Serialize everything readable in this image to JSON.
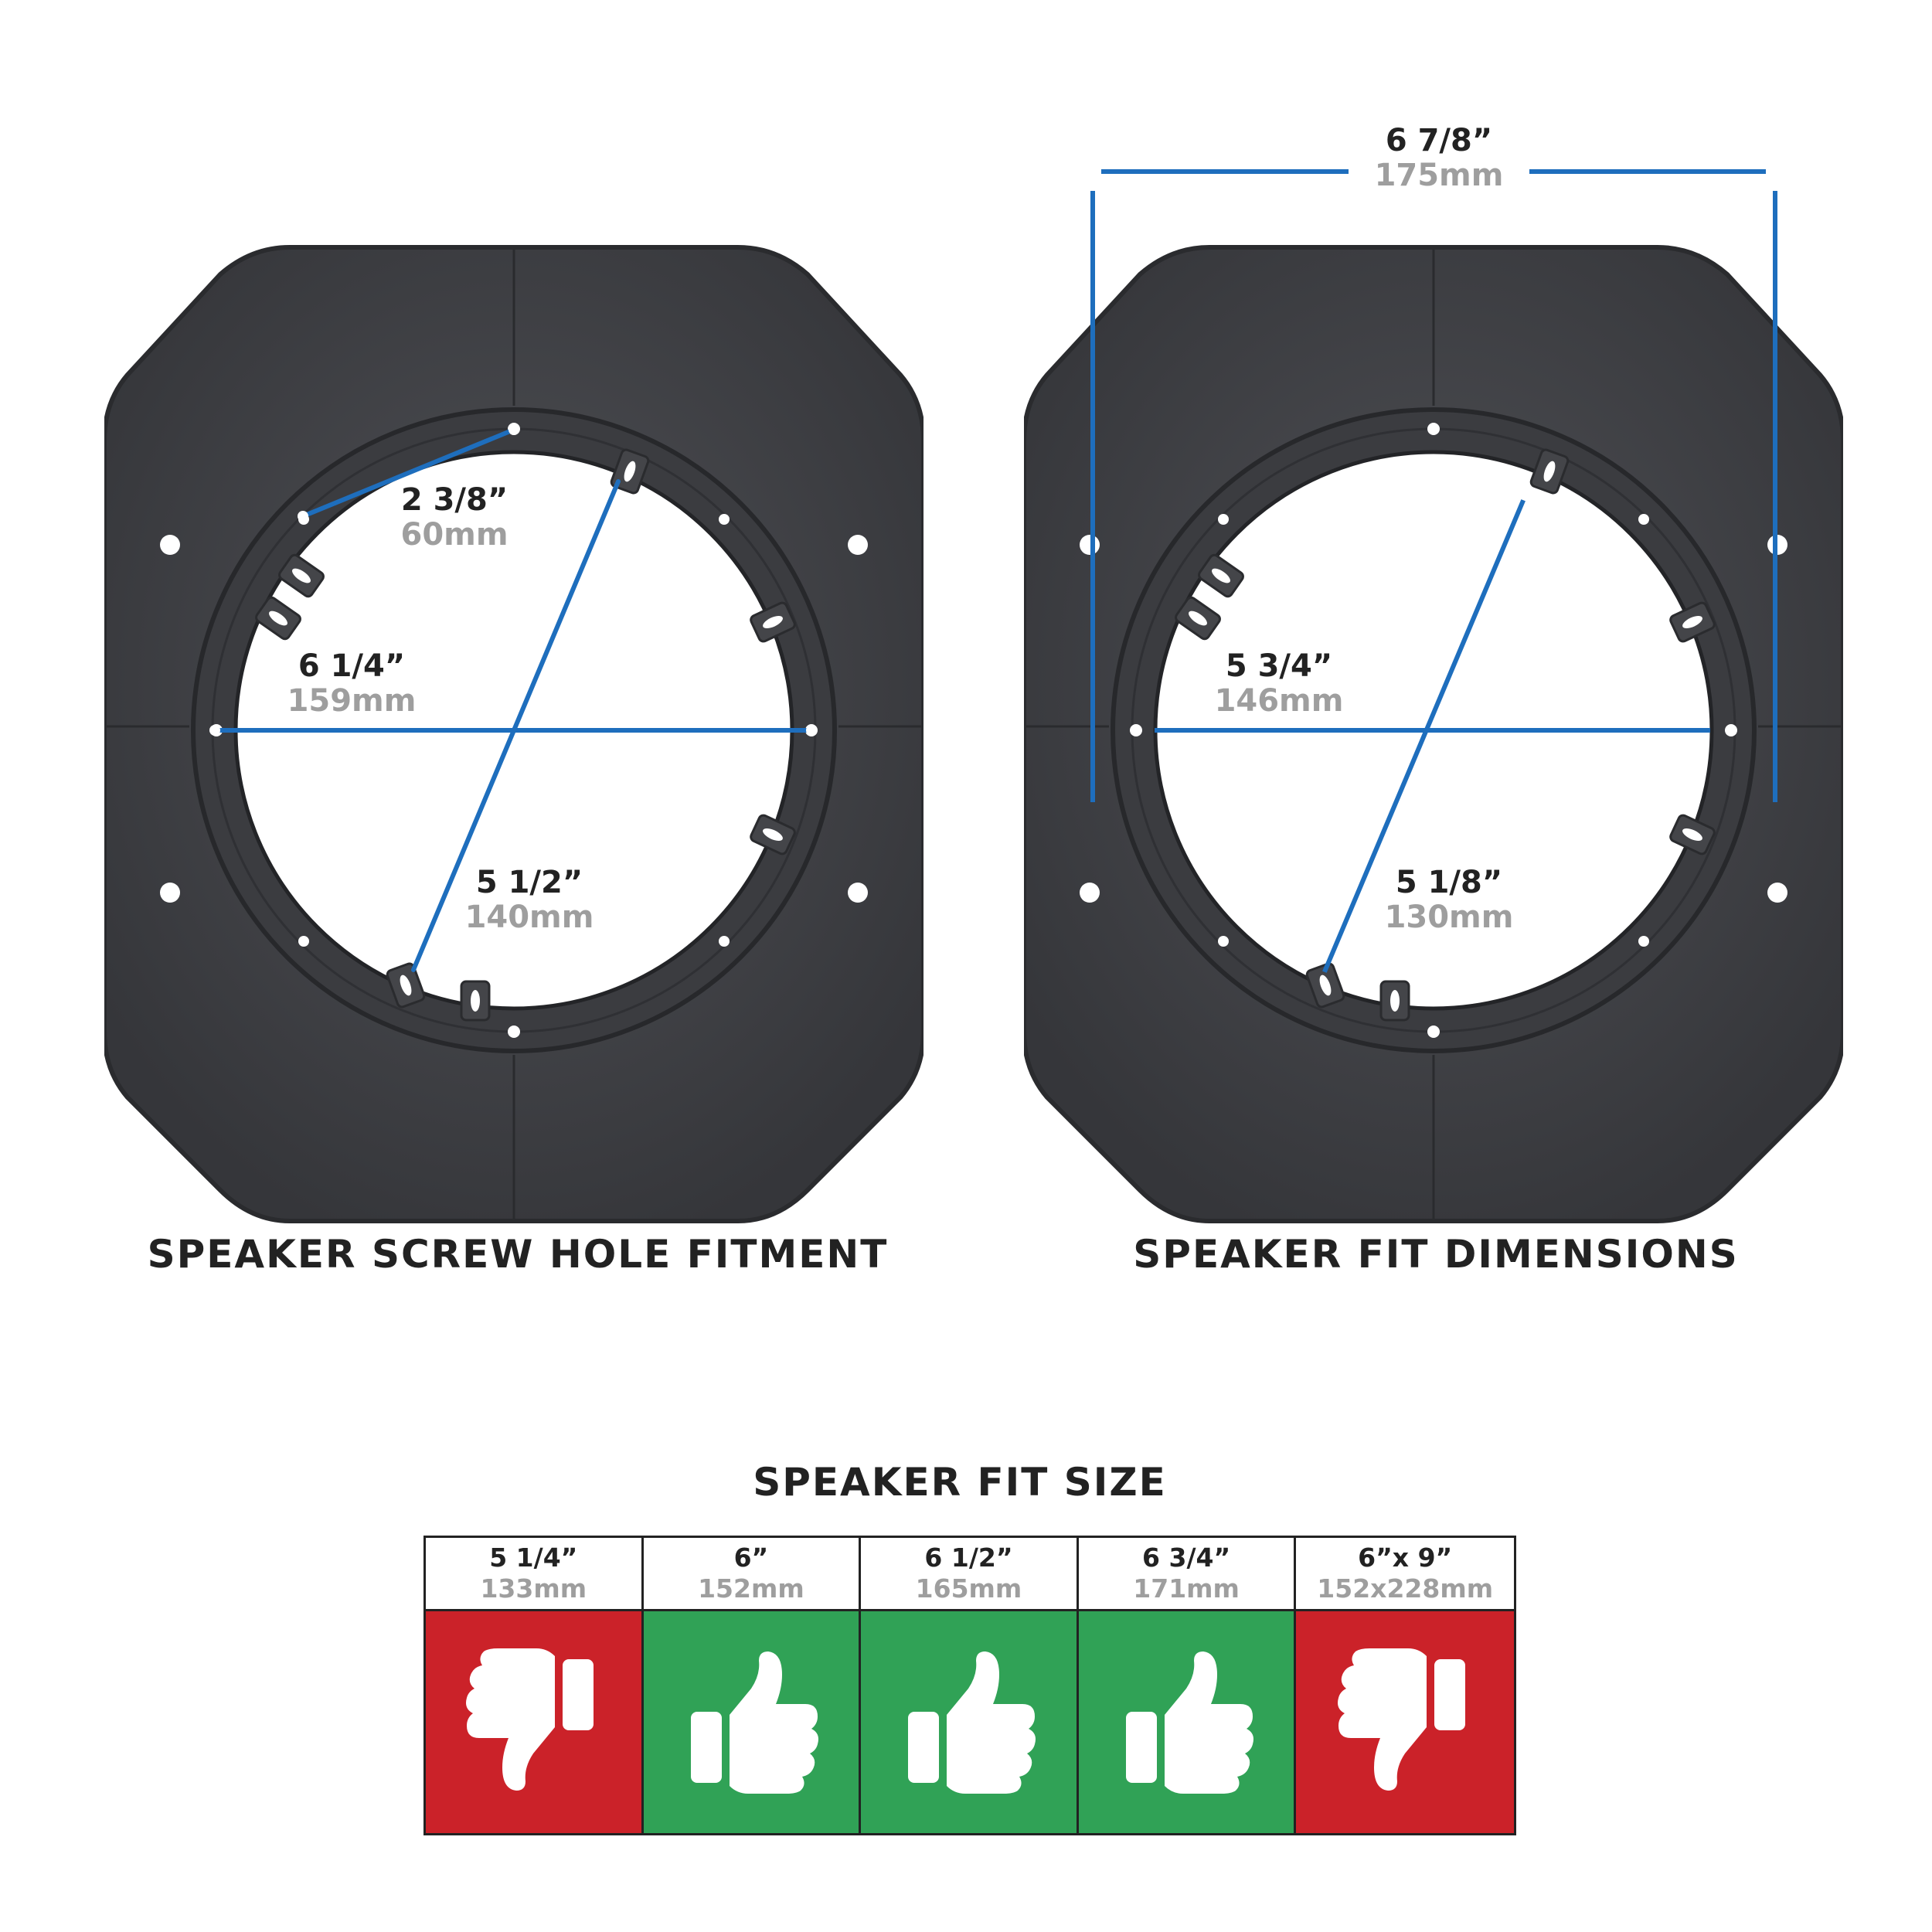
{
  "colors": {
    "dimension_line": "#1e6ebd",
    "plate": "#3e3f43",
    "fit_yes": "#30a256",
    "fit_no": "#cb2229"
  },
  "left_diagram": {
    "caption": "SPEAKER SCREW HOLE FITMENT",
    "dims": [
      {
        "en": "2 3/8”",
        "mm": "60mm"
      },
      {
        "en": "6 1/4”",
        "mm": "159mm"
      },
      {
        "en": "5 1/2”",
        "mm": "140mm"
      }
    ]
  },
  "right_diagram": {
    "caption": "SPEAKER FIT DIMENSIONS",
    "dims": [
      {
        "en": "6 7/8”",
        "mm": "175mm"
      },
      {
        "en": "5 3/4”",
        "mm": "146mm"
      },
      {
        "en": "5 1/8”",
        "mm": "130mm"
      }
    ]
  },
  "fit_table": {
    "title": "SPEAKER FIT SIZE",
    "columns": [
      {
        "en": "5 1/4”",
        "mm": "133mm",
        "fits": false,
        "icon": "thumbs-down-icon"
      },
      {
        "en": "6”",
        "mm": "152mm",
        "fits": true,
        "icon": "thumbs-up-icon"
      },
      {
        "en": "6 1/2”",
        "mm": "165mm",
        "fits": true,
        "icon": "thumbs-up-icon"
      },
      {
        "en": "6 3/4”",
        "mm": "171mm",
        "fits": true,
        "icon": "thumbs-up-icon"
      },
      {
        "en": "6”x 9”",
        "mm": "152x228mm",
        "fits": false,
        "icon": "thumbs-down-icon"
      }
    ]
  }
}
